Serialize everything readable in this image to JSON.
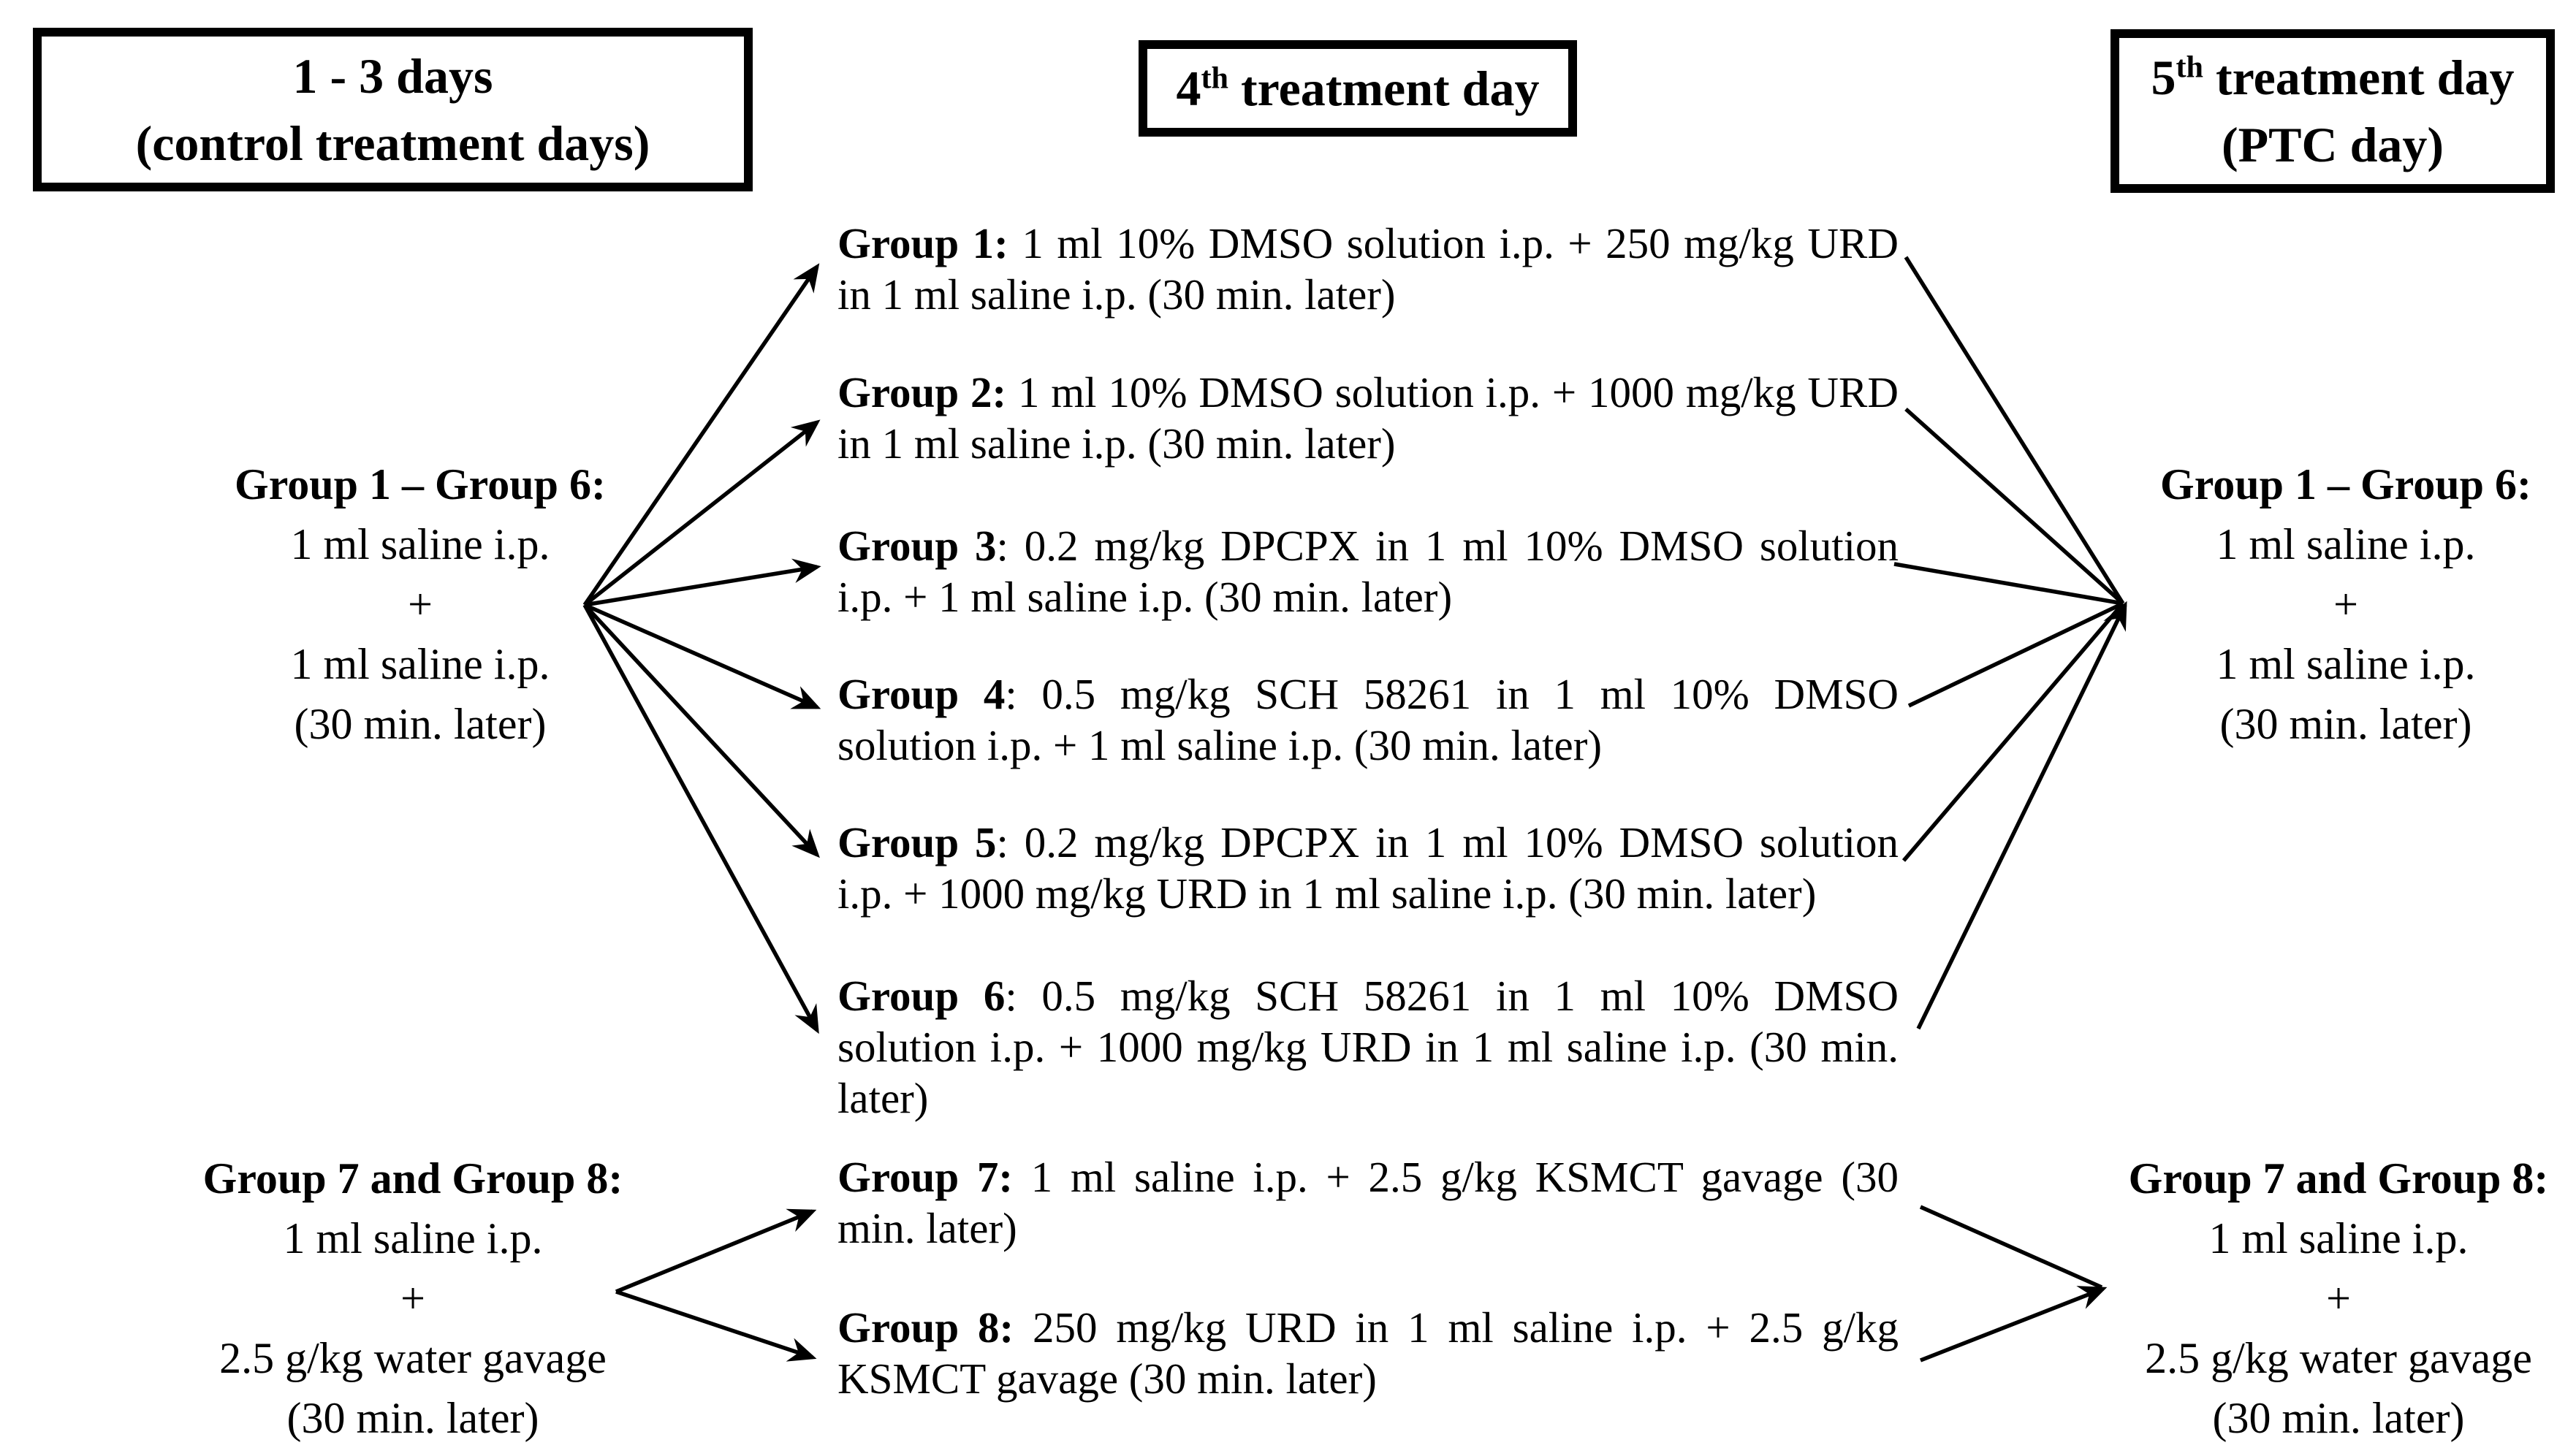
{
  "headers": {
    "left": {
      "line1": "1 - 3 days",
      "line2": "(control treatment days)"
    },
    "center": {
      "base": "4",
      "sup": "th",
      "rest": " treatment day"
    },
    "right": {
      "base": "5",
      "sup": "th",
      "rest": " treatment day",
      "line2": "(PTC day)"
    }
  },
  "nodes": {
    "saline_groups_1_6": {
      "title": "Group 1 – Group 6:",
      "l1": "1 ml saline i.p.",
      "l2": "+",
      "l3": "1 ml saline i.p.",
      "l4": "(30 min. later)"
    },
    "water_groups_7_8": {
      "title": "Group 7 and Group 8:",
      "l1": "1 ml saline i.p.",
      "l2": "+",
      "l3": "2.5 g/kg water gavage",
      "l4": "(30 min. later)"
    }
  },
  "treatments": [
    {
      "label": "Group 1:",
      "text": " 1 ml 10% DMSO solution i.p. + 250 mg/kg URD in 1 ml saline i.p. (30 min. later)"
    },
    {
      "label": "Group 2:",
      "text": " 1 ml 10% DMSO solution i.p. + 1000 mg/kg URD in 1 ml saline i.p. (30 min. later)"
    },
    {
      "label": "Group 3",
      "text": ": 0.2 mg/kg DPCPX in 1 ml 10% DMSO solution i.p. + 1 ml saline i.p. (30 min. later)"
    },
    {
      "label": "Group 4",
      "text": ": 0.5 mg/kg SCH 58261 in 1 ml 10% DMSO solution i.p. + 1 ml saline i.p. (30 min. later)"
    },
    {
      "label": "Group 5",
      "text": ": 0.2 mg/kg DPCPX in 1 ml 10% DMSO solution i.p. + 1000 mg/kg URD in 1 ml saline i.p. (30 min. later)"
    },
    {
      "label": "Group 6",
      "text": ": 0.5 mg/kg SCH 58261 in 1 ml 10% DMSO solution i.p. + 1000 mg/kg URD in 1 ml saline i.p. (30 min. later)"
    },
    {
      "label": "Group 7:",
      "text": " 1 ml saline i.p. + 2.5 g/kg KSMCT gavage (30 min. later)"
    },
    {
      "label": "Group 8:",
      "text": " 250 mg/kg URD in 1 ml saline i.p. + 2.5 g/kg KSMCT gavage (30 min. later)"
    }
  ],
  "colors": {
    "ink": "#000000",
    "background": "#ffffff"
  }
}
